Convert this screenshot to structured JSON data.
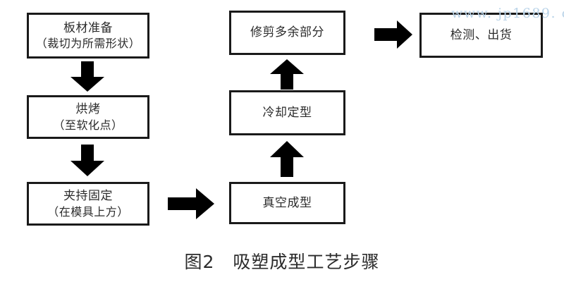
{
  "figure": {
    "caption": "图2　吸塑成型工艺步骤",
    "watermark": "www. jp1689. com",
    "colors": {
      "box_border": "#1a1a1a",
      "box_fill": "#ffffff",
      "text": "#2b2b2b",
      "arrow": "#000000",
      "watermark": "#b9d3e8",
      "background": "#ffffff"
    }
  },
  "nodes": [
    {
      "id": "sheet-preparation",
      "line1": "板材准备",
      "line2": "（裁切为所需形状）"
    },
    {
      "id": "baking",
      "line1": "烘烤",
      "line2": "（至软化点）"
    },
    {
      "id": "clamping",
      "line1": "夹持固定",
      "line2": "（在模具上方）"
    },
    {
      "id": "vacuum-forming",
      "line1": "真空成型",
      "line2": ""
    },
    {
      "id": "cooling-setting",
      "line1": "冷却定型",
      "line2": ""
    },
    {
      "id": "trimming",
      "line1": "修剪多余部分",
      "line2": ""
    },
    {
      "id": "inspection-shipping",
      "line1": "检测、出货",
      "line2": ""
    }
  ],
  "connectors": [
    {
      "id": "sheet-preparation-to-baking",
      "direction": "down"
    },
    {
      "id": "baking-to-clamping",
      "direction": "down"
    },
    {
      "id": "clamping-to-vacuum-forming",
      "direction": "right"
    },
    {
      "id": "vacuum-forming-to-cooling-setting",
      "direction": "up"
    },
    {
      "id": "cooling-setting-to-trimming",
      "direction": "up"
    },
    {
      "id": "trimming-to-inspection-shipping",
      "direction": "right"
    }
  ]
}
